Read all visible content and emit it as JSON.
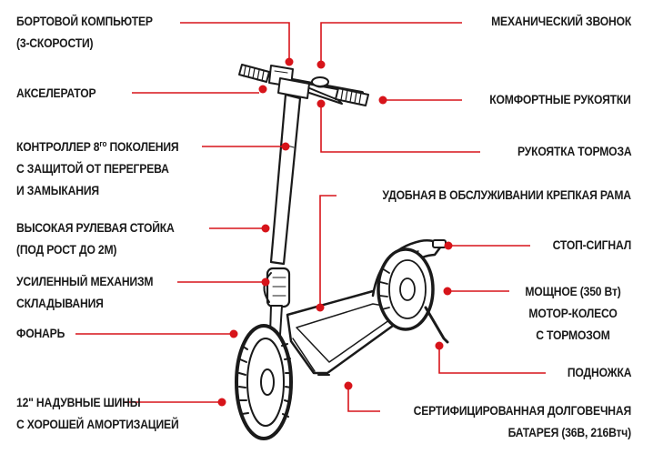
{
  "accent_color": "#d7141a",
  "ink_color": "#1a1a1a",
  "callouts": {
    "computer": [
      "БОРТОВОЙ КОМПЬЮТЕР",
      "(3-СКОРОСТИ)"
    ],
    "accelerator": [
      "АКСЕЛЕРАТОР"
    ],
    "controller": {
      "line1_pre": "КОНТРОЛЛЕР 8",
      "line1_sup": "го",
      "line1_post": " ПОКОЛЕНИЯ",
      "line2": "С ЗАЩИТОЙ ОТ ПЕРЕГРЕВА",
      "line3": "И ЗАМЫКАНИЯ"
    },
    "stem": [
      "ВЫСОКАЯ РУЛЕВАЯ СТОЙКА",
      "(ПОД РОСТ ДО 2М)"
    ],
    "folding": [
      "УСИЛЕННЫЙ МЕХАНИЗМ",
      "СКЛАДЫВАНИЯ"
    ],
    "headlight": [
      "ФОНАРЬ"
    ],
    "tires": [
      "12\" НАДУВНЫЕ ШИНЫ",
      "С ХОРОШЕЙ АМОРТИЗАЦИЕЙ"
    ],
    "bell": [
      "МЕХАНИЧЕСКИЙ ЗВОНОК"
    ],
    "grips": [
      "КОМФОРТНЫЕ РУКОЯТКИ"
    ],
    "brake_lever": [
      "РУКОЯТКА ТОРМОЗА"
    ],
    "frame": [
      "УДОБНАЯ В ОБСЛУЖИВАНИИ КРЕПКАЯ РАМА"
    ],
    "stoplight": [
      "СТОП-СИГНАЛ"
    ],
    "motor": [
      "МОЩНОЕ (350 Вт)",
      "МОТОР-КОЛЕСО",
      "С ТОРМОЗОМ"
    ],
    "kickstand": [
      "ПОДНОЖКА"
    ],
    "battery": [
      "СЕРТИФИЦИРОВАННАЯ ДОЛГОВЕЧНАЯ",
      "БАТАРЕЯ (36В, 216Втч)"
    ]
  }
}
